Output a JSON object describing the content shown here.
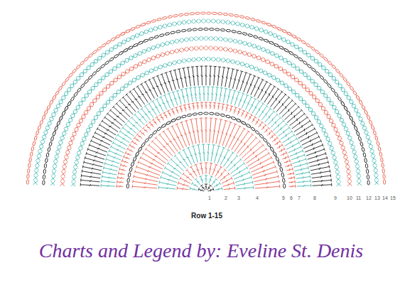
{
  "diagram": {
    "caption": "Row 1-15",
    "labels": [
      "1",
      "2",
      "3",
      "4",
      "5",
      "6",
      "7",
      "8",
      "9",
      "10",
      "11",
      "12",
      "13",
      "14",
      "15",
      "Charts and Legend by: Eveline St. Denis"
    ]
  }
}
